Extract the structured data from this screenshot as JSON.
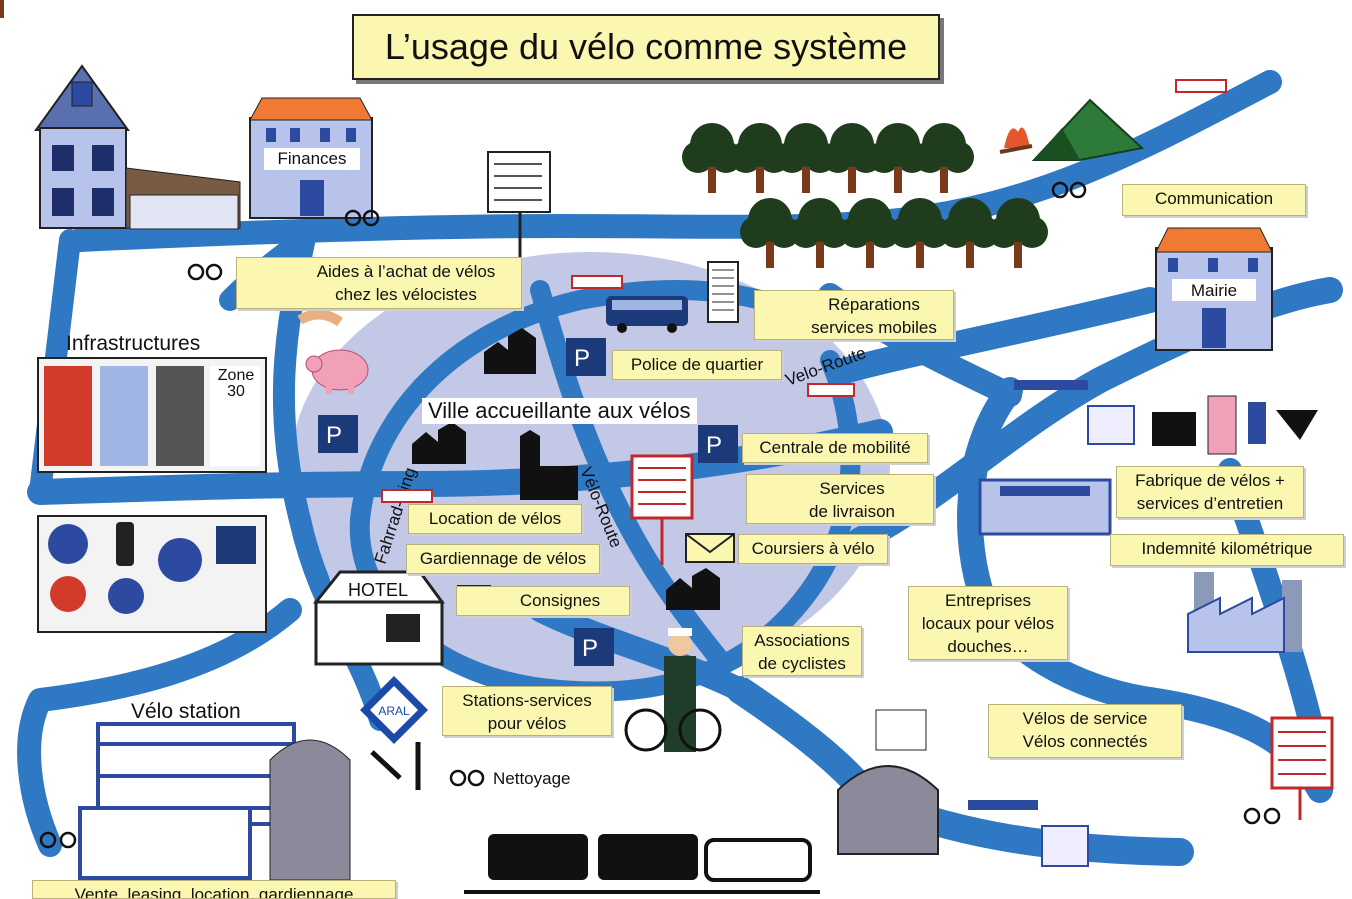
{
  "title": "L’usage du vélo comme système",
  "labels": {
    "finances": "Finances",
    "mairie": "Mairie",
    "hotel": "HOTEL",
    "infrastructures": "Infrastructures",
    "zone30": "Zone",
    "zone30_num": "30",
    "velo_station": "Vélo station",
    "ville": "Ville accueillante aux vélos",
    "nettoyage": "Nettoyage",
    "aral": "ARAL",
    "fahrrad_ring": "Fahrrad-Ring",
    "velo_route_1": "Velo-Route",
    "velo_route_2": "Vélo-Route"
  },
  "boxes": {
    "aides": [
      "Aides à l’achat de vélos",
      "chez les vélocistes"
    ],
    "communication": [
      "Communication"
    ],
    "reparations": [
      "Réparations",
      "services mobiles"
    ],
    "police": [
      "Police de quartier"
    ],
    "centrale": [
      "Centrale de mobilité"
    ],
    "livraison": [
      "Services",
      "de livraison"
    ],
    "coursiers": [
      "Coursiers à vélo"
    ],
    "location": [
      "Location de vélos"
    ],
    "gardiennage": [
      "Gardiennage de vélos"
    ],
    "consignes": [
      "Consignes"
    ],
    "associations": [
      "Associations",
      "de cyclistes"
    ],
    "stations": [
      "Stations-services",
      "pour vélos"
    ],
    "fabrique": [
      "Fabrique de vélos +",
      "services d’entretien"
    ],
    "indemnite": [
      "Indemnité kilométrique"
    ],
    "entreprises": [
      "Entreprises",
      "locaux pour vélos",
      "douches…"
    ],
    "velos_service": [
      "Vélos de service",
      "Vélos connectés"
    ],
    "vente": [
      "Vente, leasing, location, gardiennage"
    ]
  },
  "colors": {
    "river": "#2f79c4",
    "center": "#c3c8e6",
    "box": "#fbf6b0",
    "tree": "#1f3d1c",
    "tent": "#2e7a38",
    "house_roof": "#f07a34"
  },
  "icons": [
    "bicycle-icon",
    "wrench-icon",
    "envelope-icon",
    "parking-bike-icon",
    "piggy-bank-icon",
    "tree-icon",
    "tent-icon",
    "campfire-icon",
    "train-icon",
    "bus-icon",
    "factory-icon",
    "police-officer-icon",
    "station-icon"
  ]
}
